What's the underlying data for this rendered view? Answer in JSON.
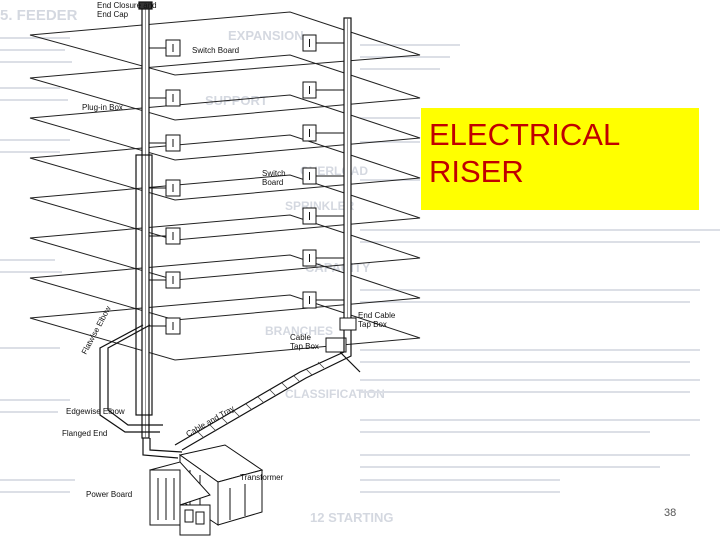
{
  "slide": {
    "title_lines": [
      "ELECTRICAL",
      "RISER"
    ],
    "page_number": "38",
    "title_bg_color": "#ffff00",
    "title_text_color": "#c00000"
  },
  "diagram": {
    "labels": {
      "end_closure": [
        "End Closure and",
        "End Cap"
      ],
      "switch_board_top": "Switch Board",
      "plug_in_box": "Plug-in Box",
      "switch_board_mid": [
        "Switch",
        "Board"
      ],
      "end_cable_tap_box": [
        "End Cable",
        "Tap Box"
      ],
      "cable_tap_box": [
        "Cable",
        "Tap Box"
      ],
      "flatwise_elbow": "Flatwise Elbow",
      "edgewise_elbow": "Edgewise Elbow",
      "flanged_end": "Flanged End",
      "cable_and_tray": "Cable and Tray",
      "transformer": "Transformer",
      "power_board": "Power Board"
    },
    "background_text": [
      "5. FEEDER",
      "EXPANSION",
      "SUPPORT",
      "OVERLOAD",
      "SPRINKLER",
      "CAPACITY",
      "BRANCHES",
      "CLASSIFICATION",
      "12 STARTING"
    ]
  }
}
